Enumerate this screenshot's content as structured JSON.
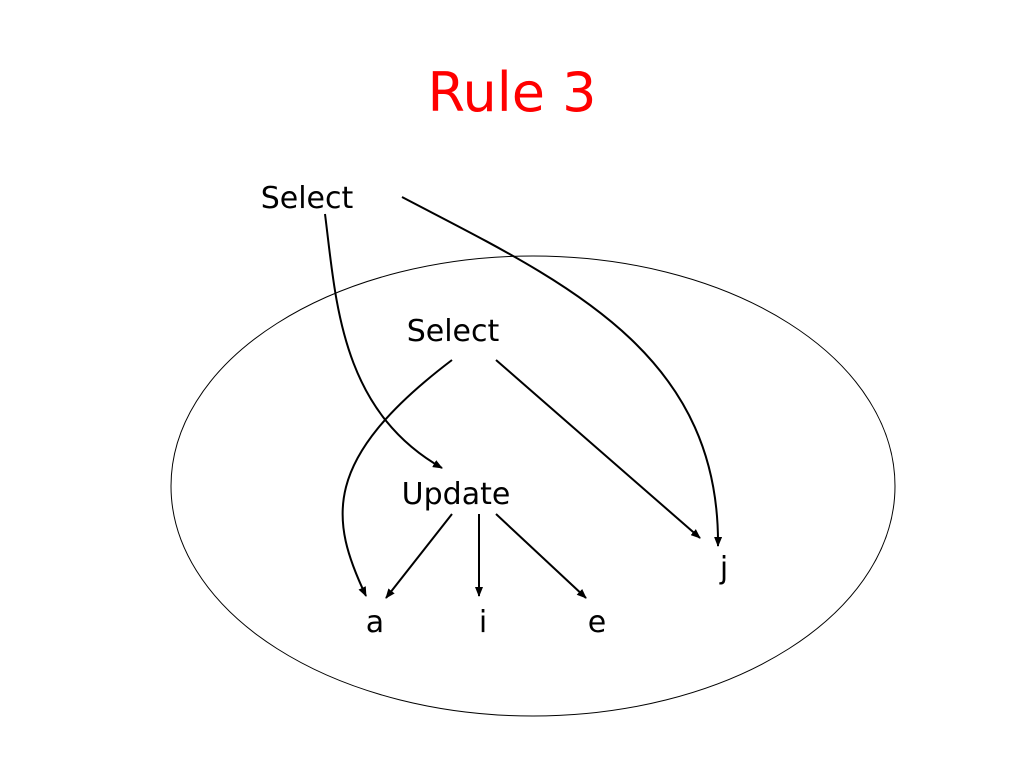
{
  "title": {
    "text": "Rule 3",
    "color": "#ff0000"
  },
  "diagram": {
    "nodes": {
      "select_outer": "Select",
      "select_inner": "Select",
      "update": "Update",
      "a": "a",
      "i": "i",
      "e": "e",
      "j": "j"
    },
    "edges": [
      {
        "from": "select_outer",
        "to": "update"
      },
      {
        "from": "select_outer",
        "to": "j"
      },
      {
        "from": "select_inner",
        "to": "a"
      },
      {
        "from": "select_inner",
        "to": "j"
      },
      {
        "from": "update",
        "to": "a"
      },
      {
        "from": "update",
        "to": "i"
      },
      {
        "from": "update",
        "to": "e"
      }
    ],
    "region_shape": "ellipse",
    "line_color": "#000000"
  }
}
